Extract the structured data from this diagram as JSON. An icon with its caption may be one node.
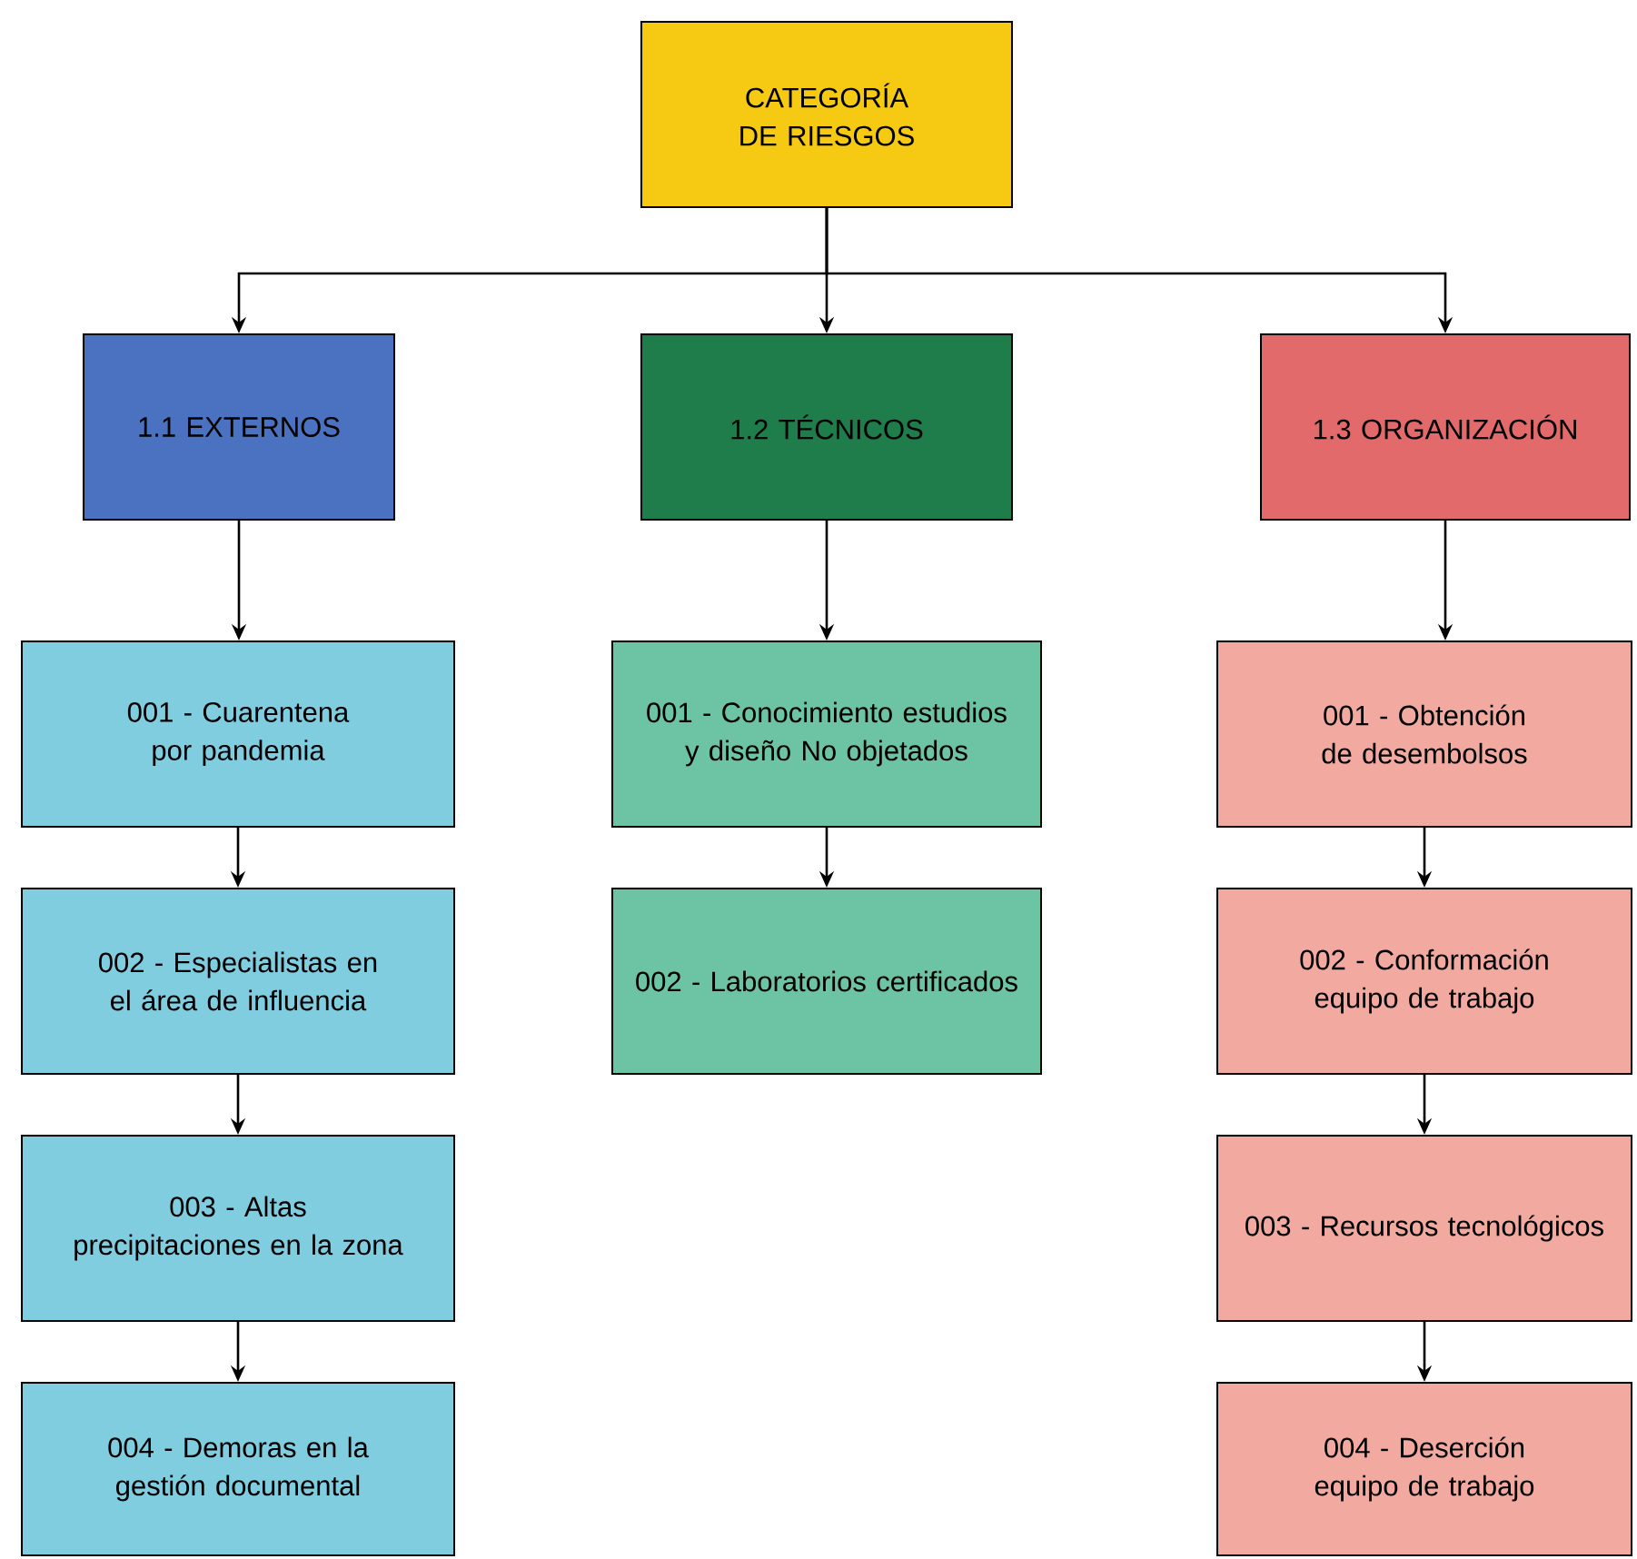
{
  "diagram": {
    "nodes": [
      {
        "text": [
          "CATEGORÍA DE RIESGOS"
        ]
      },
      {
        "text": [
          "1.1 EXTERNOS"
        ]
      },
      {
        "text": [
          "1.2 TÉCNICOS"
        ]
      },
      {
        "text": [
          "1.3 ORGANIZACIÓN"
        ]
      },
      {
        "text": [
          "001 - Cuarentena por pandemia"
        ]
      },
      {
        "text": [
          "002 - Especialistas en el área de influencia"
        ]
      },
      {
        "text": [
          "003 - Altas precipitaciones en la zona"
        ]
      },
      {
        "text": [
          "004 - Demoras en la gestión documental"
        ]
      },
      {
        "text": [
          "001 - Conocimiento estudios y diseño No objetados"
        ]
      },
      {
        "text": [
          "002 - Laboratorios certificados"
        ]
      },
      {
        "text": [
          "001 - Obtención de desembolsos"
        ]
      },
      {
        "text": [
          "002 - Conformación equipo de trabajo"
        ]
      },
      {
        "text": [
          "003 - Recursos tecnológicos"
        ]
      },
      {
        "text": [
          "004 - Deserción equipo de trabajo"
        ]
      }
    ],
    "edges": [
      {
        "from": 0,
        "to": 1,
        "arrow": "to"
      },
      {
        "from": 0,
        "to": 2,
        "arrow": "to"
      },
      {
        "from": 0,
        "to": 3,
        "arrow": "to"
      },
      {
        "from": 1,
        "to": 4,
        "arrow": "to"
      },
      {
        "from": 4,
        "to": 5,
        "arrow": "to"
      },
      {
        "from": 5,
        "to": 6,
        "arrow": "to"
      },
      {
        "from": 6,
        "to": 7,
        "arrow": "to"
      },
      {
        "from": 2,
        "to": 8,
        "arrow": "to"
      },
      {
        "from": 8,
        "to": 9,
        "arrow": "to"
      },
      {
        "from": 3,
        "to": 10,
        "arrow": "to"
      },
      {
        "from": 10,
        "to": 11,
        "arrow": "to"
      },
      {
        "from": 11,
        "to": 12,
        "arrow": "to"
      },
      {
        "from": 12,
        "to": 13,
        "arrow": "to"
      }
    ]
  }
}
